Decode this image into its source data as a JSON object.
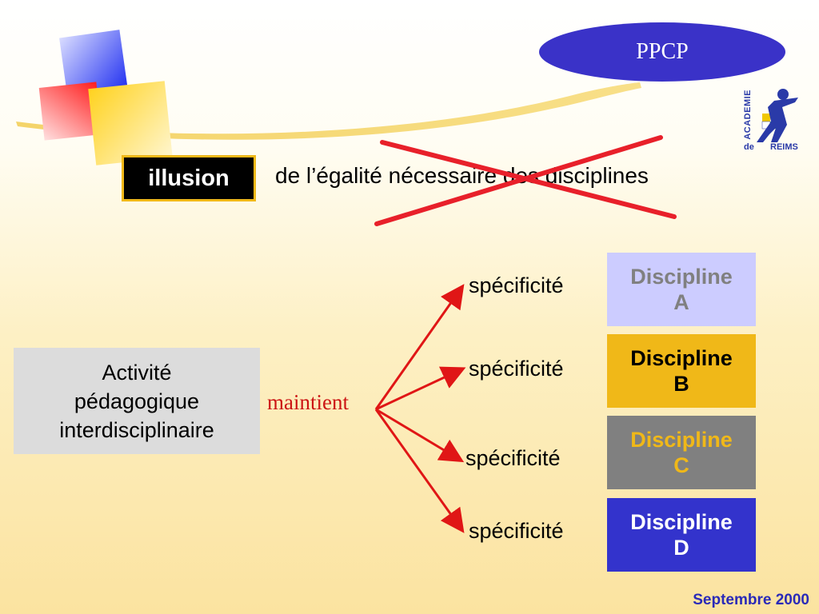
{
  "badge": {
    "label": "PPCP"
  },
  "logo": {
    "word_vertical": "ACADEMIE",
    "word_de": "de",
    "word_city": "REIMS"
  },
  "headline": {
    "illusion_label": "illusion",
    "statement": "de l’égalité nécessaire des disciplines"
  },
  "diagram": {
    "activity_lines": [
      "Activité",
      "pédagogique",
      "interdisciplinaire"
    ],
    "connector_label": "maintient",
    "branches": [
      {
        "specificity": "spécificité",
        "discipline_line1": "Discipline",
        "discipline_line2": "A",
        "bg": "#ccccff",
        "fg": "#808080"
      },
      {
        "specificity": "spécificité",
        "discipline_line1": "Discipline",
        "discipline_line2": "B",
        "bg": "#f0b818",
        "fg": "#000000"
      },
      {
        "specificity": "spécificité",
        "discipline_line1": "Discipline",
        "discipline_line2": "C",
        "bg": "#808080",
        "fg": "#f0b818"
      },
      {
        "specificity": "spécificité",
        "discipline_line1": "Discipline",
        "discipline_line2": "D",
        "bg": "#3333cc",
        "fg": "#ffffff"
      }
    ]
  },
  "colors": {
    "arrow": "#e01616",
    "cross": "#e8202a",
    "accent_blue": "#3a32c8",
    "accent_yellow": "#f0b818"
  },
  "footer": {
    "date": "Septembre 2000"
  }
}
